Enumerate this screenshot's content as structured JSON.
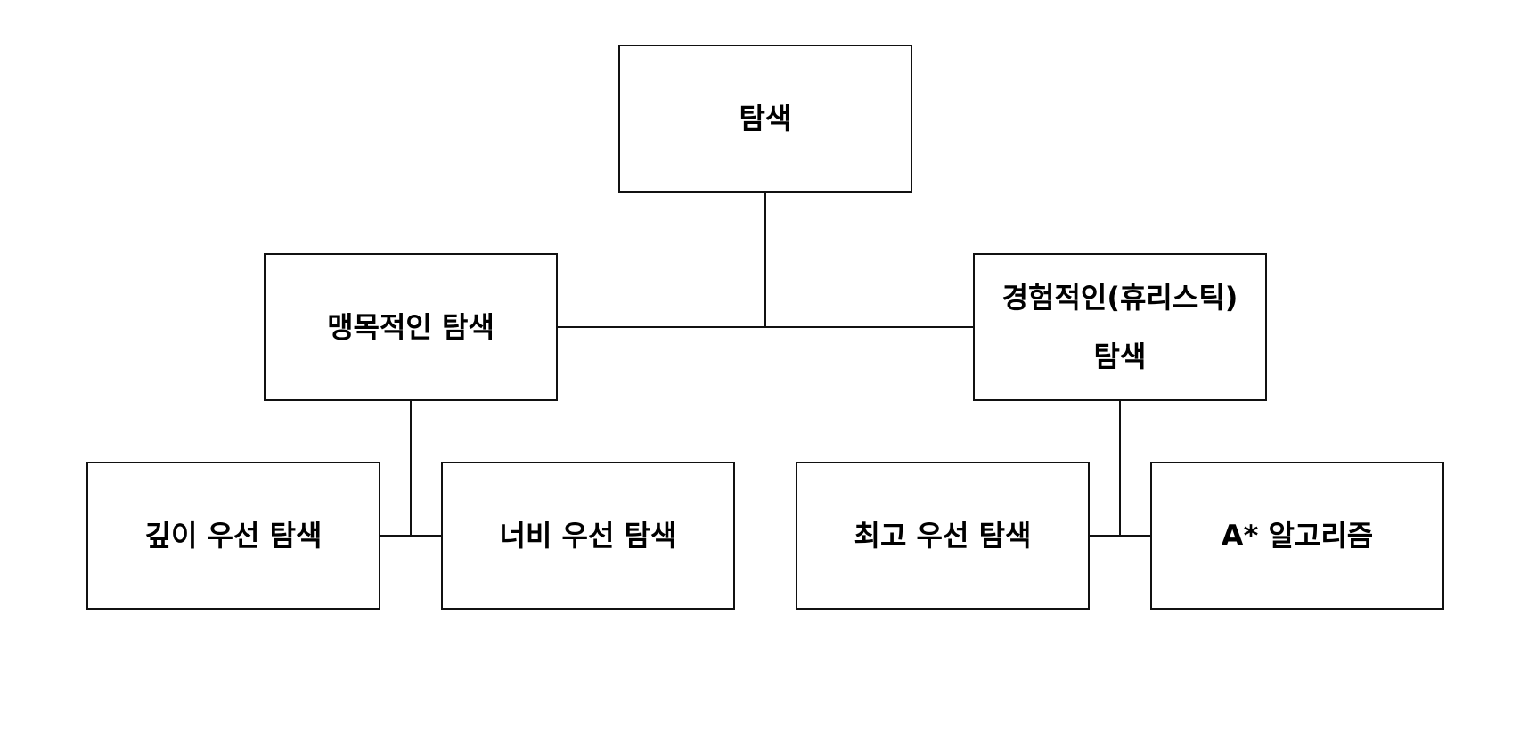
{
  "diagram": {
    "root": {
      "label": "탐색"
    },
    "categories": [
      {
        "label": "맹목적인 탐색",
        "children": [
          "깊이 우선 탐색",
          "너비 우선 탐색"
        ]
      },
      {
        "label_line1": "경험적인(휴리스틱)",
        "label_line2": "탐색",
        "children": [
          "최고 우선 탐색",
          "A* 알고리즘"
        ]
      }
    ]
  },
  "colors": {
    "stroke": "#111111",
    "background": "#ffffff",
    "text": "#000000"
  }
}
